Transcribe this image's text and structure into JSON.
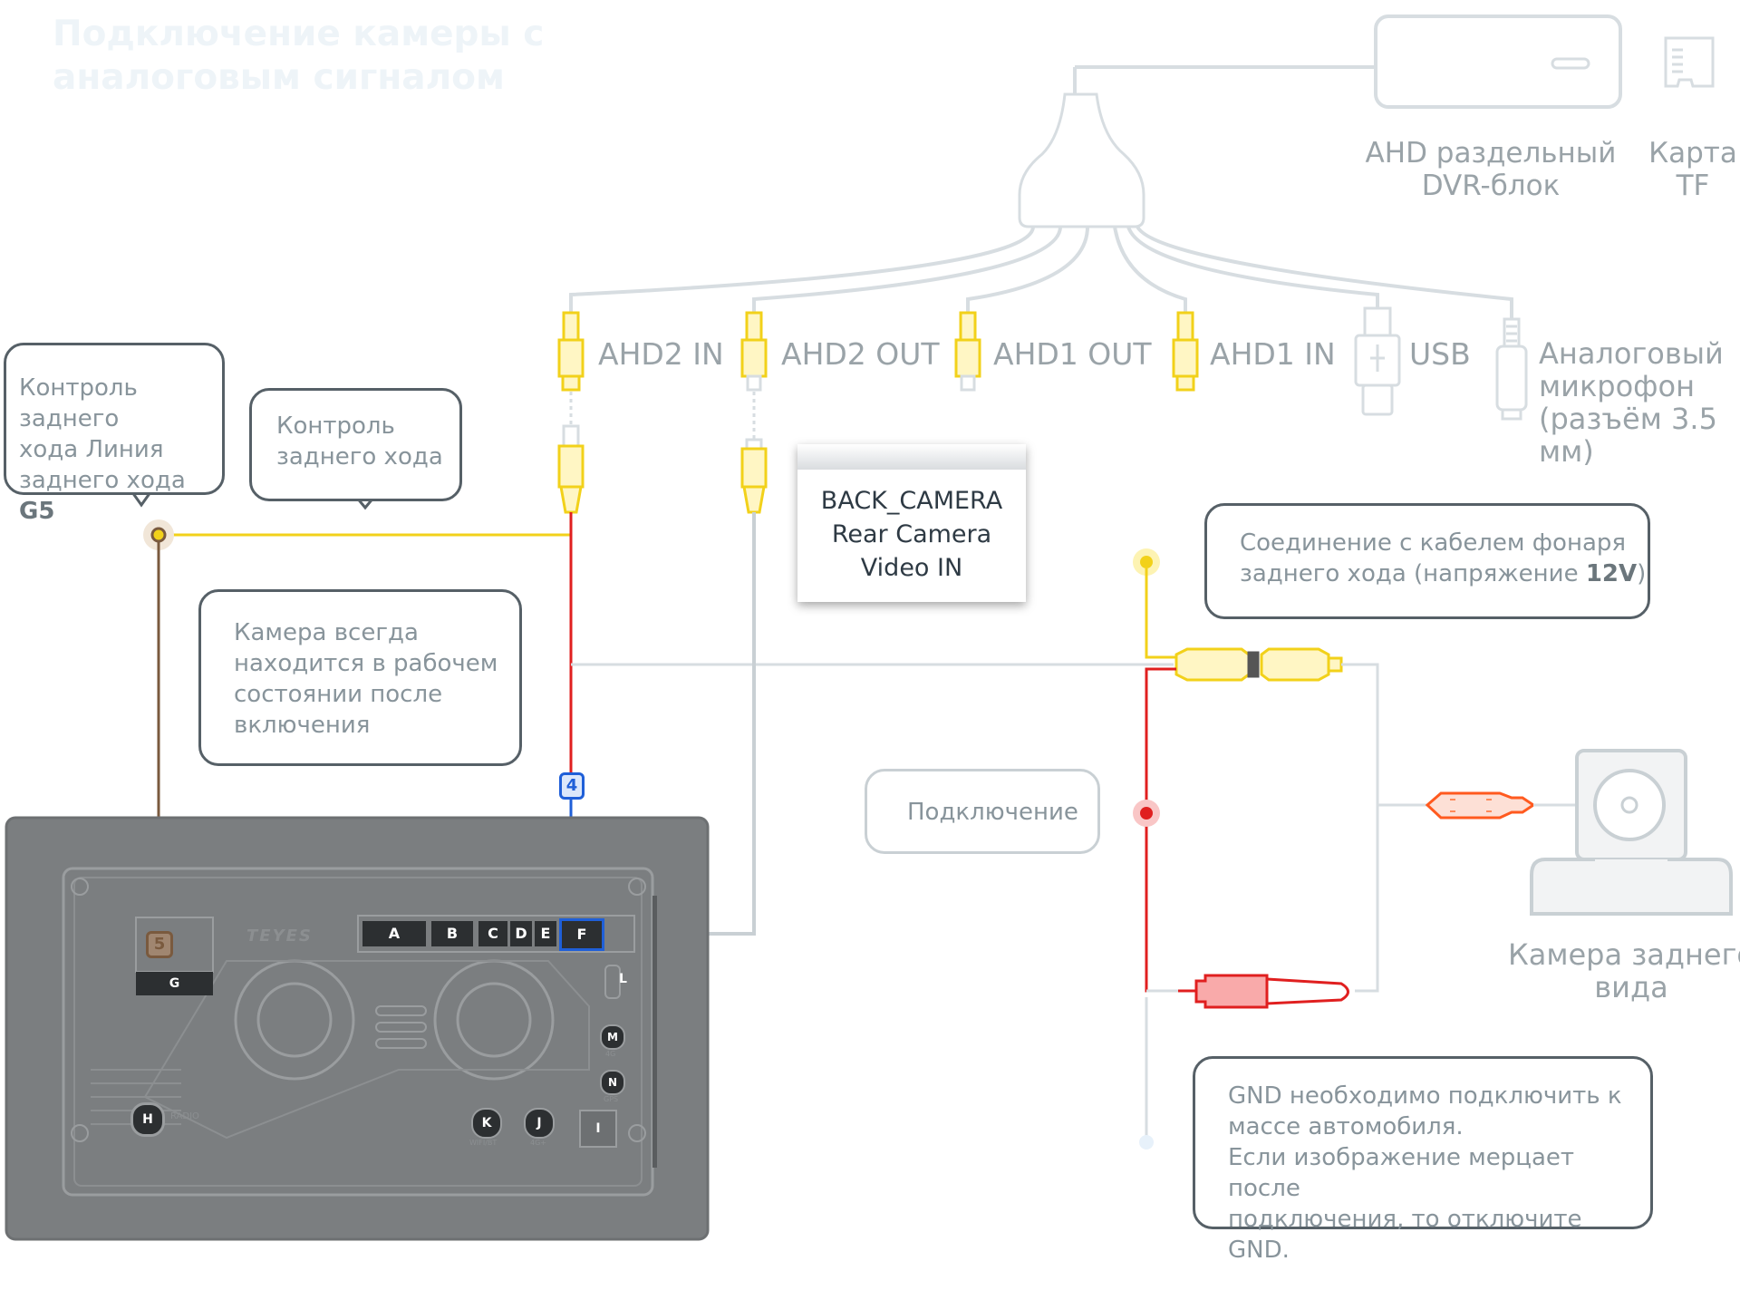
{
  "title": "Подключение камеры с аналоговым сигналом",
  "dvr": {
    "label": "AHD раздельный\nDVR-блок"
  },
  "tf_card": {
    "label": "Карта\nTF"
  },
  "ports": {
    "ahd2_in": "AHD2 IN",
    "ahd2_out": "AHD2 OUT",
    "ahd1_out": "AHD1 OUT",
    "ahd1_in": "AHD1 IN",
    "usb": "USB",
    "mic": "Аналоговый\nмикрофон\n(разъём 3.5 мм)"
  },
  "bubbles": {
    "reverse_control_line": {
      "text": "Контроль заднего\nхода Линия\nзаднего хода ",
      "bold": "G5"
    },
    "reverse_control": "Контроль\nзаднего хода",
    "camera_always_on": "Камера всегда\nнаходится в рабочем\nсостоянии после\nвключения",
    "reverse_light": {
      "text": "Соединение с кабелем фонаря\nзаднего хода (напряжение ",
      "bold": "12V",
      "suffix": ")"
    },
    "connection": "Подключение",
    "gnd": "GND необходимо подключить к\nмассе автомобиля.\nЕсли изображение мерцает после\nподключения, то отключите GND."
  },
  "back_camera_note": "BACK_CAMERA\nRear Camera\nVideo IN",
  "rear_camera": {
    "label": "Камера заднего\nвида"
  },
  "badges": {
    "pin4": "4",
    "pin5": "5"
  },
  "head_unit": {
    "brand": "TEYES",
    "connectors": [
      "A",
      "B",
      "C",
      "D",
      "E",
      "F"
    ],
    "g": "G",
    "h": "H",
    "radio": "RADIO",
    "k": "K",
    "j": "J",
    "i": "I",
    "l": "L",
    "m": "M",
    "n": "N",
    "k_sub": "WIFI/BT",
    "j_sub": "4G+",
    "m_sub": "4G",
    "n_sub": "GPS"
  },
  "colors": {
    "yellow": "#f2d11a",
    "red": "#e01f1f",
    "blue": "#1f5fd8",
    "brown": "#7a5a3e",
    "grey_wire": "#c9d0d4",
    "panel": "#7b7e80"
  }
}
